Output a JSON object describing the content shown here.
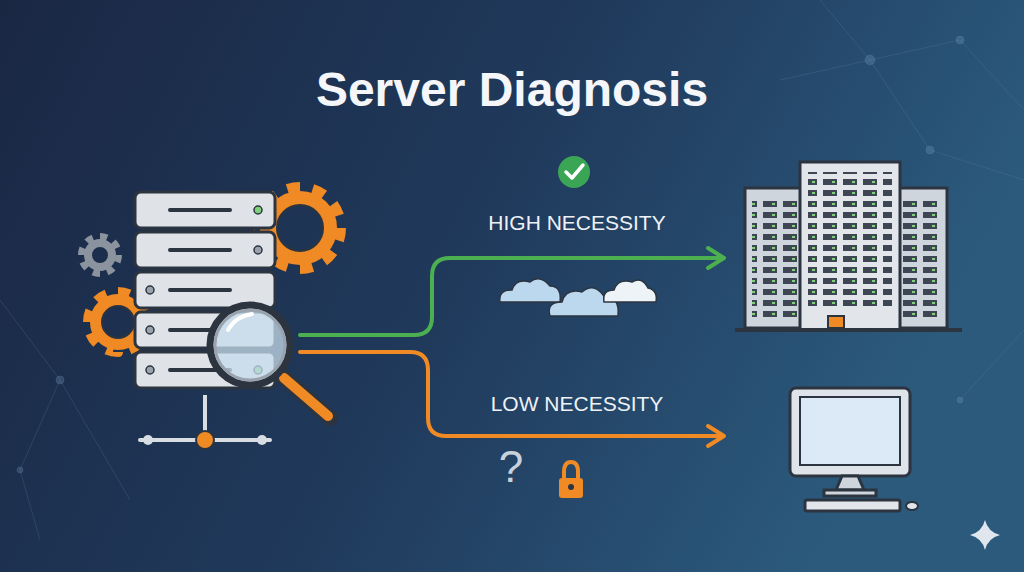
{
  "diagram": {
    "title": "Server Diagnosis",
    "labels": [
      "HIGH NECESSITY",
      "LOW NECESSITY",
      "?"
    ]
  }
}
